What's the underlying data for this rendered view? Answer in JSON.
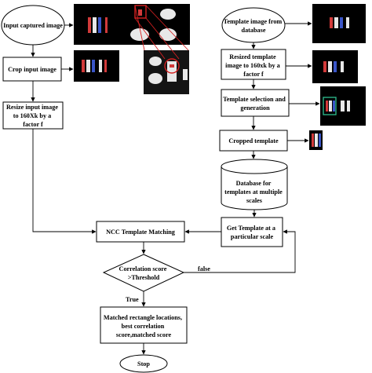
{
  "nodes": {
    "input_captured": "Input captured image",
    "crop_input": "Crop input image",
    "resize_input": [
      "Resize input image",
      "to 160Xk by a",
      "factor f"
    ],
    "template_db": [
      "Template image from",
      "database"
    ],
    "resized_template": [
      "Resized template",
      "image to 160xk by a",
      "factor f"
    ],
    "template_selection": [
      "Template selection and",
      "generation"
    ],
    "cropped_template": "Cropped template",
    "database_scales": [
      "Database for",
      "templates at multiple",
      "scales"
    ],
    "get_template": [
      "Get Template at a",
      "particular scale"
    ],
    "ncc": "NCC Template Matching",
    "correlation": [
      "Correlation score",
      ">Threshold"
    ],
    "matched": [
      "Matched rectangle locations,",
      "best correlation",
      "score,matched score"
    ],
    "stop": "Stop"
  },
  "edges": {
    "false_label": "false",
    "true_label": "True"
  },
  "colors": {
    "photo_bg": "#000000",
    "highlight_red": "#d42020",
    "selection_box": "#2fbf8f",
    "led_white": "#e8e8e8",
    "led_red": "#d23a3a",
    "led_blue": "#3a55c8"
  }
}
